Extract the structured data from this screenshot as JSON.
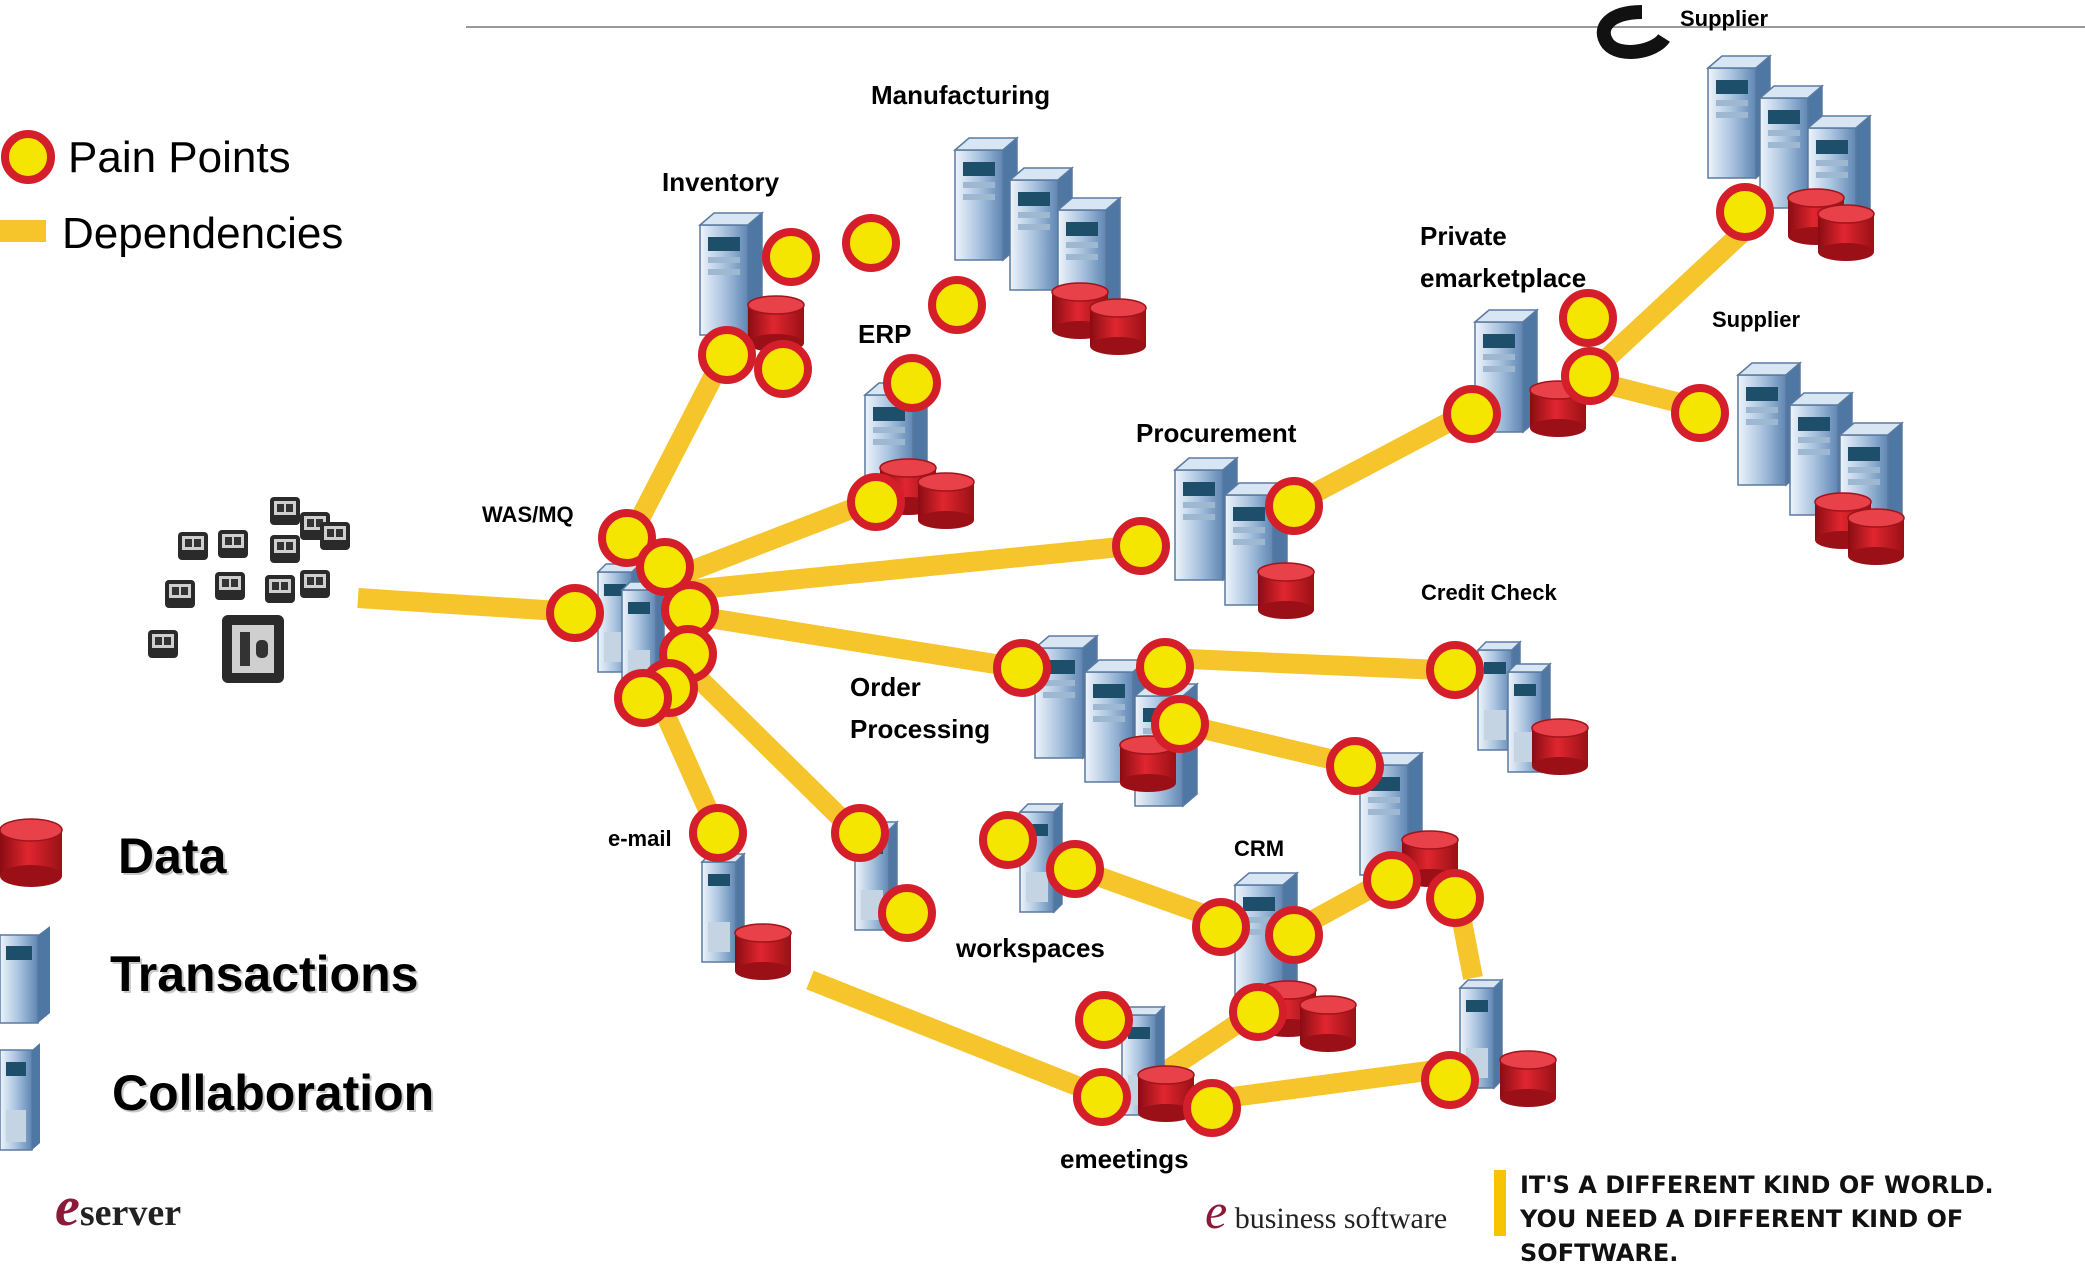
{
  "legend": {
    "pain_points": "Pain Points",
    "dependencies": "Dependencies",
    "data": "Data",
    "transactions": "Transactions",
    "collaboration": "Collaboration"
  },
  "nodes": {
    "supplier_top": "Supplier",
    "manufacturing": "Manufacturing",
    "inventory": "Inventory",
    "erp": "ERP",
    "private_line1": "Private",
    "private_line2": "emarketplace",
    "supplier_mid": "Supplier",
    "procurement": "Procurement",
    "wasmq": "WAS/MQ",
    "credit_check": "Credit Check",
    "order_line1": "Order",
    "order_line2": "Processing",
    "email": "e-mail",
    "crm": "CRM",
    "workspaces": "workspaces",
    "emeetings": "emeetings"
  },
  "footer": {
    "eserver_e": "e",
    "eserver_text": "server",
    "ebs_e": "e",
    "ebs_text": "business software",
    "tagline_1": "IT'S A DIFFERENT KIND OF WORLD.",
    "tagline_2": "YOU NEED A DIFFERENT KIND OF SOFTWARE."
  },
  "colors": {
    "pain_fill": "#f5e600",
    "pain_ring": "#d41f2a",
    "dependency": "#f6c42b",
    "data_red": "#d01c24",
    "server_blue": "#7fa6cc"
  }
}
